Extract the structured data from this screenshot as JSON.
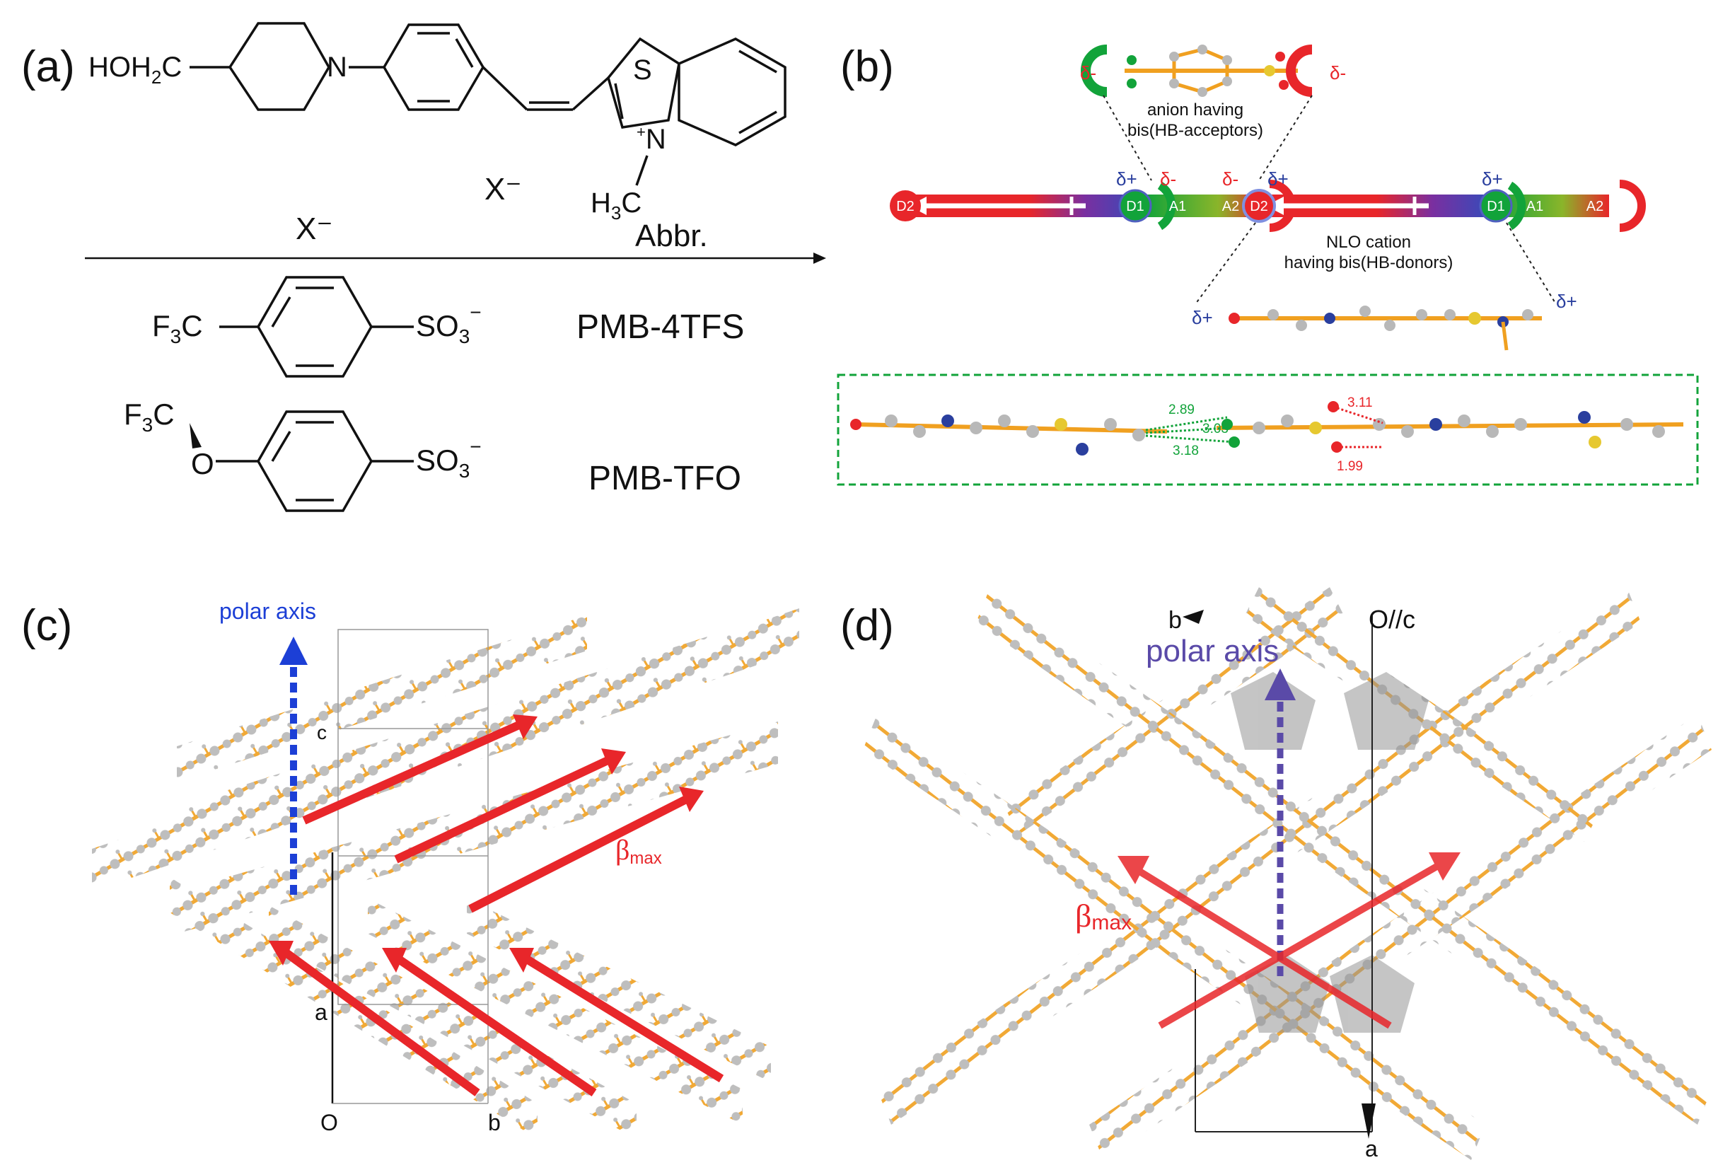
{
  "panel_a": {
    "label": "(a)",
    "hoh2c": "HOH",
    "hoh2c_sub": "2",
    "hoh2c_tail": "C",
    "n_label": "N",
    "s_label": "S",
    "nplus": "+",
    "n_ring": "N",
    "methyl_h": "H",
    "methyl_sub": "3",
    "methyl_c": "C",
    "x_minus_1": "X⁻",
    "x_minus_header": "X⁻",
    "abbr_header": "Abbr.",
    "row1_left": "F",
    "row1_left_sub": "3",
    "row1_left_c": "C",
    "row1_right": "SO",
    "row1_right_sub": "3",
    "row1_right_sup": "−",
    "row1_abbr": "PMB-4TFS",
    "row2_f3c": "F",
    "row2_f3c_sub": "3",
    "row2_f3c_c": "C",
    "row2_o": "O",
    "row2_right": "SO",
    "row2_right_sub": "3",
    "row2_right_sup": "−",
    "row2_abbr": "PMB-TFO"
  },
  "panel_b": {
    "label": "(b)",
    "anion_caption_1": "anion having",
    "anion_caption_2": "bis(HB-acceptors)",
    "cation_caption_1": "NLO cation",
    "cation_caption_2": "having bis(HB-donors)",
    "delta_minus": "δ-",
    "delta_plus": "δ+",
    "node_d2": "D2",
    "node_d1": "D1",
    "node_a1": "A1",
    "node_a2": "A2",
    "dist_1": "2.89",
    "dist_2": "3.03",
    "dist_3": "3.18",
    "dist_4": "3.11",
    "dist_5": "1.99",
    "colors": {
      "red": "#e8262a",
      "green": "#12a33a",
      "blue": "#2a3f9e",
      "orange": "#f0a020",
      "grey": "#b8b8b8"
    }
  },
  "panel_c": {
    "label": "(c)",
    "polar_axis": "polar axis",
    "axis_c": "c",
    "axis_a": "a",
    "axis_o": "O",
    "axis_b": "b",
    "beta": "β",
    "beta_sub": "max"
  },
  "panel_d": {
    "label": "(d)",
    "polar_axis": "polar axis",
    "axis_b": "b",
    "axis_oc": "O//c",
    "axis_a": "a",
    "beta": "β",
    "beta_sub": "max"
  }
}
